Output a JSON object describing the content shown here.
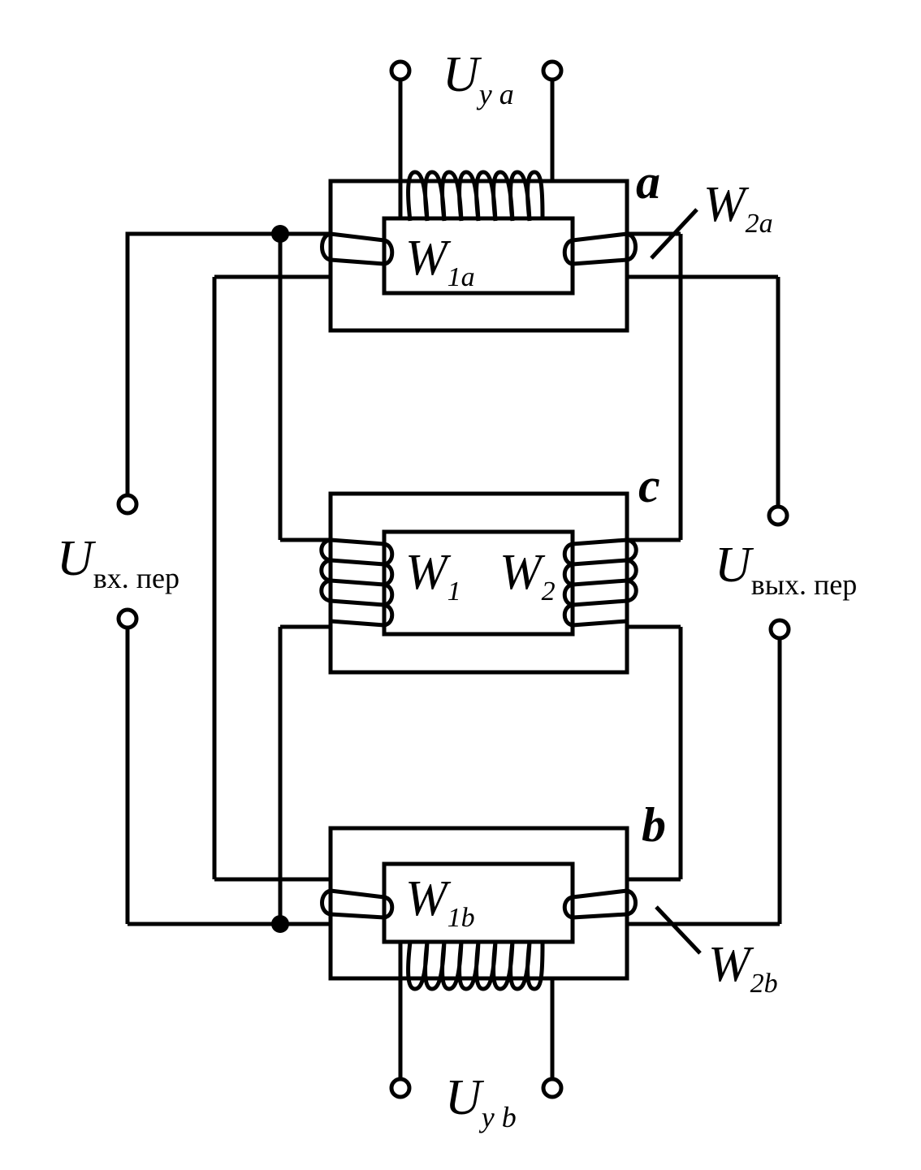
{
  "labels": {
    "uya": {
      "main": "U",
      "sub": "y a"
    },
    "uyb": {
      "main": "U",
      "sub": "y b"
    },
    "uin": {
      "main": "U",
      "sub": "вх. пер"
    },
    "uout": {
      "main": "U",
      "sub": "вых. пер"
    },
    "core_a": "a",
    "core_b": "b",
    "core_c": "c",
    "w1a": {
      "main": "W",
      "sub": "1a"
    },
    "w2a": {
      "main": "W",
      "sub": "2a"
    },
    "w1b": {
      "main": "W",
      "sub": "1b"
    },
    "w2b": {
      "main": "W",
      "sub": "2b"
    },
    "w1": {
      "main": "W",
      "sub": "1"
    },
    "w2": {
      "main": "W",
      "sub": "2"
    }
  },
  "colors": {
    "line": "#000000",
    "background": "#ffffff"
  }
}
